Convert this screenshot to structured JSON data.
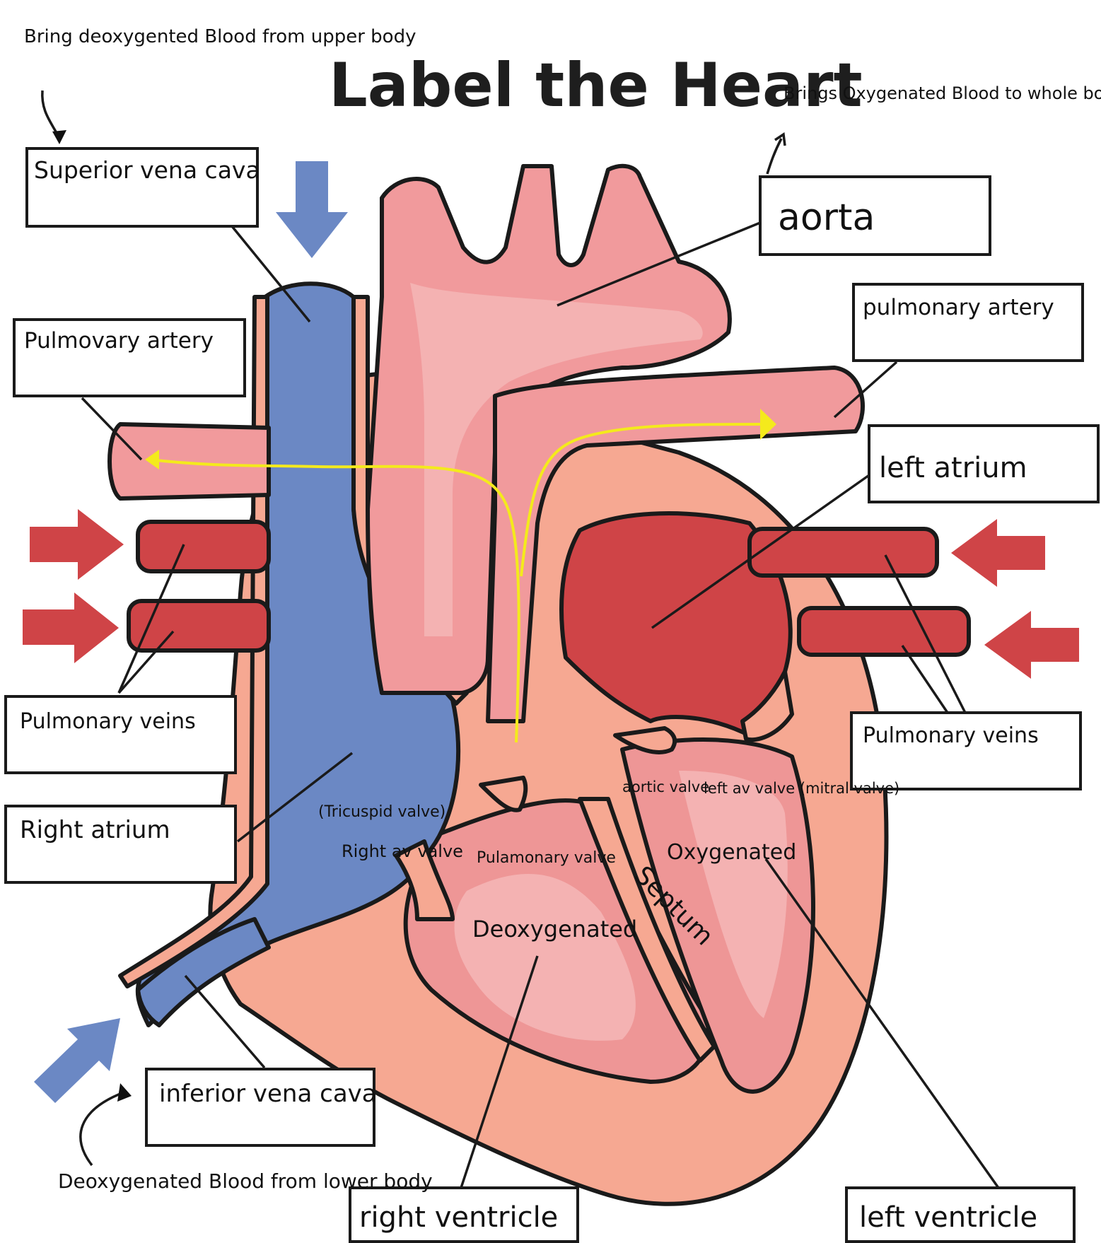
{
  "title": "Label the Heart",
  "colors": {
    "deoxygenated_blue": "#6b88c4",
    "oxygenated_red": "#cf4447",
    "heart_pink": "#ee9696",
    "vessel_pink": "#f19a9c",
    "vessel_highlight": "#f4b2b2",
    "outer_tissue": "#f6a892",
    "flow_path_yellow": "#f4ea1c"
  },
  "label_boxes": {
    "superior_vena_cava": "Superior vena cava",
    "aorta": "aorta",
    "pulmonary_artery_left": "Pulmovary artery",
    "pulmonary_artery_right": "pulmonary artery",
    "left_atrium": "left atrium",
    "pulmonary_veins_left": "Pulmonary veins",
    "pulmonary_veins_right": "Pulmonary veins",
    "right_atrium": "Right atrium",
    "inferior_vena_cava": "inferior vena cava",
    "right_ventricle": "right ventricle",
    "left_ventricle": "left ventricle"
  },
  "annotations": {
    "upper_body_note": "Bring deoxygented Blood from upper body",
    "whole_body_note": "Brings Oxygenated Blood to whole body",
    "lower_body_note": "Deoxygenated Blood from lower body",
    "tricuspid": "(Tricuspid valve)",
    "right_av": "Right av valve",
    "pulmonary_valve": "Pulamonary valve",
    "aortic_valve": "aortic valve",
    "mitral": "left av valve (mitral valve)",
    "oxygenated": "Oxygenated",
    "deoxygenated": "Deoxygenated",
    "septum": "Septum"
  }
}
